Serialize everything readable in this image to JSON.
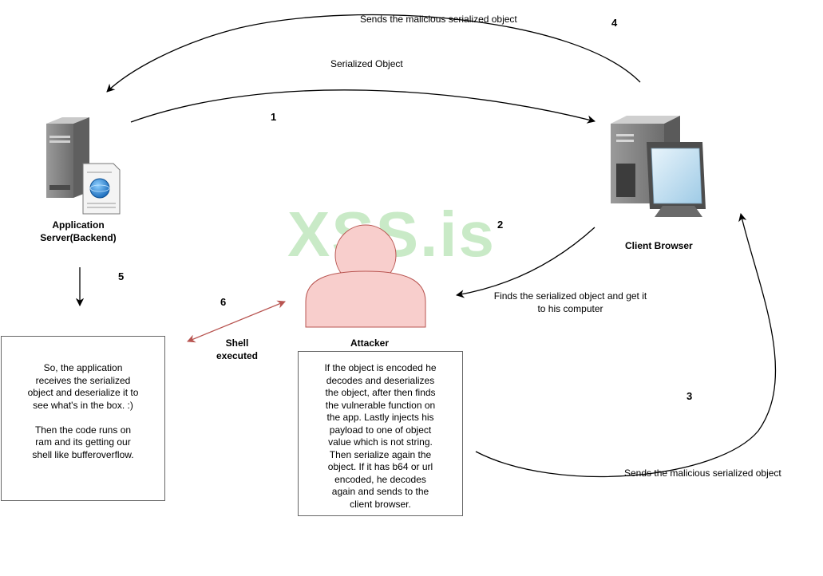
{
  "watermark": "XSS.is",
  "nodes": {
    "server": {
      "label": "Application\nServer(Backend)"
    },
    "client": {
      "label": "Client Browser"
    },
    "attacker": {
      "label": "Attacker"
    }
  },
  "edges": {
    "e4": {
      "number": "4",
      "label": "Sends the malicious serialized object"
    },
    "e1": {
      "number": "1",
      "label": "Serialized Object"
    },
    "e2": {
      "number": "2",
      "label": "Finds the serialized object and get it\nto his computer"
    },
    "e3": {
      "number": "3",
      "label": "Sends the malicious serialized object"
    },
    "e5": {
      "number": "5"
    },
    "e6": {
      "number": "6",
      "label": "Shell\nexecuted"
    }
  },
  "boxes": {
    "server_note": "So, the application\nreceives the serialized\nobject and deserialize it to\nsee what's in the box. :)\n\nThen the code runs on\nram and its getting our\nshell like bufferoverflow.",
    "attacker_note": "If the object is encoded he\ndecodes and deserializes\nthe object, after then finds\nthe vulnerable function on\nthe app. Lastly injects his\npayload to one of object\nvalue which is not string.\nThen serialize again the\nobject. If it has b64 or url\nencoded, he decodes\nagain and sends to the\nclient browser."
  },
  "colors": {
    "attacker_fill": "#f8cecc",
    "attacker_stroke": "#b85450",
    "shell_arrow": "#b85450",
    "watermark": "#b7e3b5"
  }
}
